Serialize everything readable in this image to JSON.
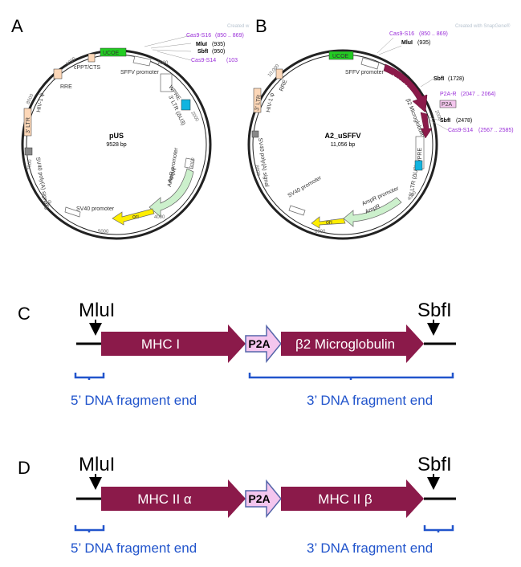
{
  "panels": {
    "a": "A",
    "b": "B",
    "c": "C",
    "d": "D"
  },
  "watermark": "Created with SnapGene®",
  "watermark_a": "Created w",
  "map_a": {
    "name": "pUS",
    "size": "9528 bp",
    "features": {
      "ucoe": "UCOE",
      "cppt": "cPPT/CTS",
      "rre": "RRE",
      "hiv": "HIV-1 ψ",
      "ltr3": "3' LTR",
      "sv40polya": "SV40 poly(A) signal",
      "sffv": "SFFV promoter",
      "wpre": "WPRE",
      "ltr_du3": "3' LTR (ΔU3)",
      "ampr_prom": "AmpR promoter",
      "ampr": "AmpR",
      "ori": "ori",
      "sv40prom": "SV40 promoter"
    },
    "ticks": [
      "1000",
      "2000",
      "3000",
      "4000",
      "5000",
      "6000",
      "7000",
      "8000",
      "9000"
    ],
    "sites": {
      "cas9_s16": "Cas9-S16",
      "cas9_s16_pos": "(850 .. 869)",
      "mlui": "MluI",
      "mlui_pos": "(935)",
      "sbfi": "SbfI",
      "sbfi_pos": "(950)",
      "cas9_s14": "Cas9-S14",
      "cas9_s14_pos": "(103"
    }
  },
  "map_b": {
    "name": "A2_uSFFV",
    "size": "11,056 bp",
    "features": {
      "ucoe": "UCOE",
      "ltr3": "3' LTR",
      "hiv": "HIV-1 ψ",
      "rre": "RRE",
      "sv40polya": "SV40 poly(A) signal",
      "sffv": "SFFV promoter",
      "a0201": "A*02:01",
      "b2m": "β2 Microglobulin",
      "p2a": "P2A",
      "wpre": "WPRE",
      "ltr_du3": "3' LTR (ΔU3)",
      "ampr_prom": "AmpR promoter",
      "ampr": "AmpR",
      "ori": "ori",
      "sv40prom": "SV40 promoter"
    },
    "ticks": [
      "2000",
      "4000",
      "6000",
      "8000",
      "10,000"
    ],
    "sites": {
      "cas9_s16": "Cas9-S16",
      "cas9_s16_pos": "(850 .. 869)",
      "mlui": "MluI",
      "mlui_pos": "(935)",
      "sbfi1": "SbfI",
      "sbfi1_pos": "(1728)",
      "p2ar": "P2A-R",
      "p2ar_pos": "(2047 .. 2064)",
      "sbfi2": "SbfI",
      "sbfi2_pos": "(2478)",
      "cas9_s14": "Cas9-S14",
      "cas9_s14_pos": "(2567 .. 2585)"
    }
  },
  "construct_c": {
    "left_enzyme": "MluI",
    "right_enzyme": "SbfI",
    "gene1": "MHC I",
    "linker": "P2A",
    "gene2": "β2 Microglobulin",
    "left_fragment": "5’ DNA fragment end",
    "right_fragment": "3’ DNA fragment end"
  },
  "construct_d": {
    "left_enzyme": "MluI",
    "right_enzyme": "SbfI",
    "gene1": "MHC II α",
    "linker": "P2A",
    "gene2": "MHC II β",
    "left_fragment": "5’ DNA fragment end",
    "right_fragment": "3’ DNA fragment end"
  },
  "colors": {
    "gene": "#8b1a4a",
    "p2a_fill": "#f4c6ee",
    "p2a_stroke": "#5566aa",
    "bracket": "#2255cc",
    "ucoe": "#22cc22",
    "wpre": "#11b4e0",
    "ori": "#ffee00",
    "ampr": "#ccf0cc",
    "ltr": "#fcd7b8",
    "polya": "#888888",
    "site_label": "#9b30d9"
  }
}
